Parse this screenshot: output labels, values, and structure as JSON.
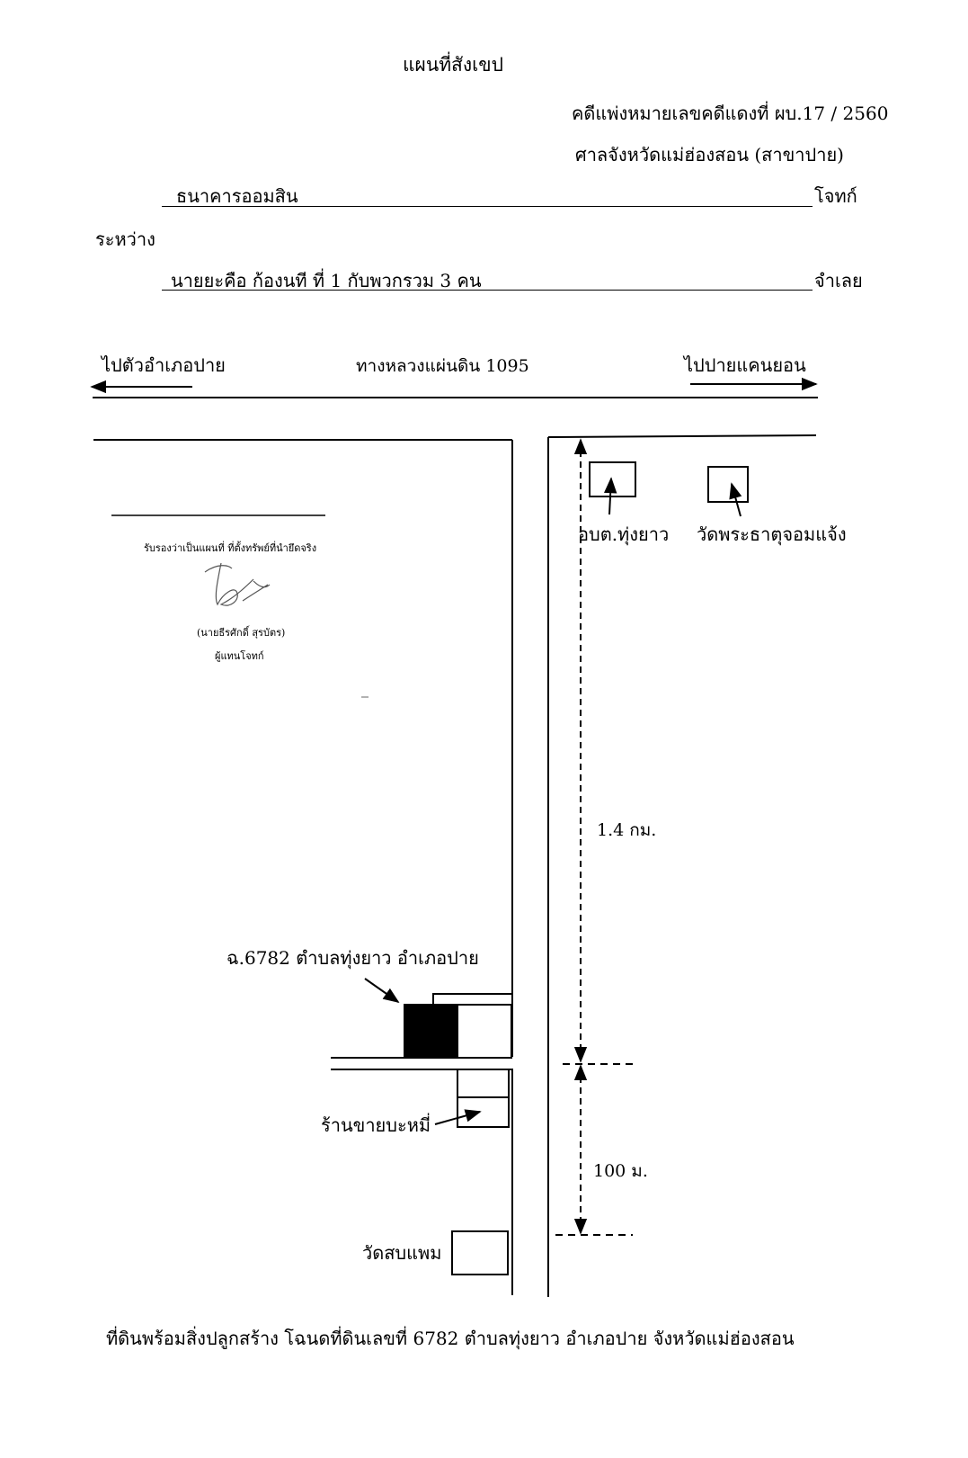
{
  "document": {
    "title": "แผนที่สังเขป",
    "case_number": "คดีแพ่งหมายเลขคดีแดงที่ ผบ.17 / 2560",
    "court": "ศาลจังหวัดแม่ฮ่องสอน (สาขาปาย)",
    "plaintiff_name": "ธนาคารออมสิน",
    "plaintiff_label": "โจทก์",
    "between_label": "ระหว่าง",
    "defendant_name": "นายยะคือ ก้องนที ที่ 1 กับพวกรวม 3 คน",
    "defendant_label": "จำเลย"
  },
  "map": {
    "road_left_label": "ไปตัวอำเภอปาย",
    "road_name": "ทางหลวงแผ่นดิน 1095",
    "road_right_label": "ไปปายแคนยอน",
    "landmark_1": "อบต.ทุ่งยาว",
    "landmark_2": "วัดพระธาตุจอมแจ้ง",
    "distance_1": "1.4 กม.",
    "distance_2": "100 ม.",
    "parcel_label": "ฉ.6782 ตำบลทุ่งยาว อำเภอปาย",
    "shop_label": "ร้านขายบะหมี่",
    "temple_label": "วัดสบแพม"
  },
  "certification": {
    "text": "รับรองว่าเป็นแผนที่ ที่ตั้งทรัพย์ที่นำยึดจริง",
    "name": "(นายธีรศักดิ์ สุรบัตร)",
    "role": "ผู้แทนโจทก์"
  },
  "caption": "ที่ดินพร้อมสิ่งปลูกสร้าง โฉนดที่ดินเลขที่ 6782  ตำบลทุ่งยาว อำเภอปาย จังหวัดแม่ฮ่องสอน"
}
